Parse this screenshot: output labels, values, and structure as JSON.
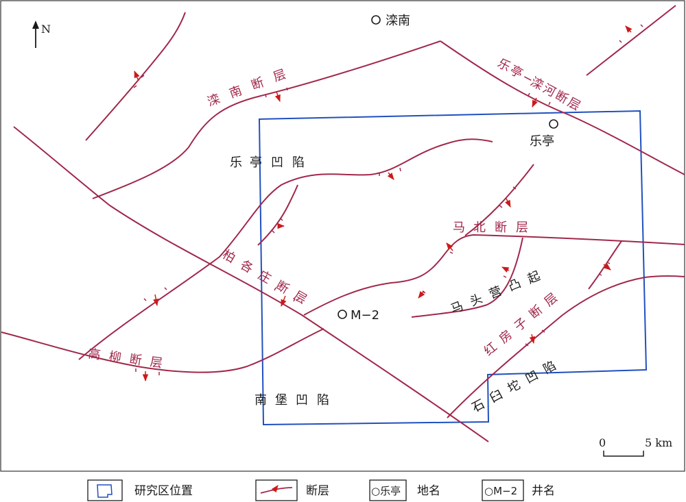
{
  "colors": {
    "fault": "#a0274a",
    "study_area": "#1f4fbf",
    "arrow": "#cc1a1a",
    "text": "#1a1a1a"
  },
  "north_arrow": {
    "label": "N"
  },
  "scale_bar": {
    "start_label": "0",
    "end_label": "5 km"
  },
  "places": {
    "luannan": "滦南",
    "leting": "乐亭"
  },
  "well": {
    "name": "M−2"
  },
  "basins": {
    "leting_sag": [
      "乐",
      "亭",
      "凹",
      "陷"
    ],
    "nanpu_sag": [
      "南",
      "堡",
      "凹",
      "陷"
    ],
    "shijiutuo_sag": [
      "石",
      "臼",
      "坨",
      "凹",
      "陷"
    ]
  },
  "uplift": [
    "马",
    "头",
    "营",
    "凸",
    "起"
  ],
  "faults": {
    "luannan": [
      "滦",
      "南",
      "断",
      "层"
    ],
    "leting_luanhe": [
      "乐",
      "亭",
      "−",
      "滦",
      "河",
      "断",
      "层"
    ],
    "mabei": [
      "马",
      "北",
      "断",
      "层"
    ],
    "baigezhuang": [
      "柏",
      "各",
      "庄",
      "断",
      "层"
    ],
    "gaoliu": [
      "高",
      "柳",
      "断",
      "层"
    ],
    "hongfangzi": [
      "红",
      "房",
      "子",
      "断",
      "层"
    ]
  },
  "legend": {
    "study_area": {
      "sample": "",
      "label": "研究区位置"
    },
    "fault": {
      "sample": "",
      "label": "断层"
    },
    "place": {
      "sample": "○乐亭",
      "label": "地名"
    },
    "well": {
      "sample": "○M−2",
      "label": "井名"
    }
  }
}
